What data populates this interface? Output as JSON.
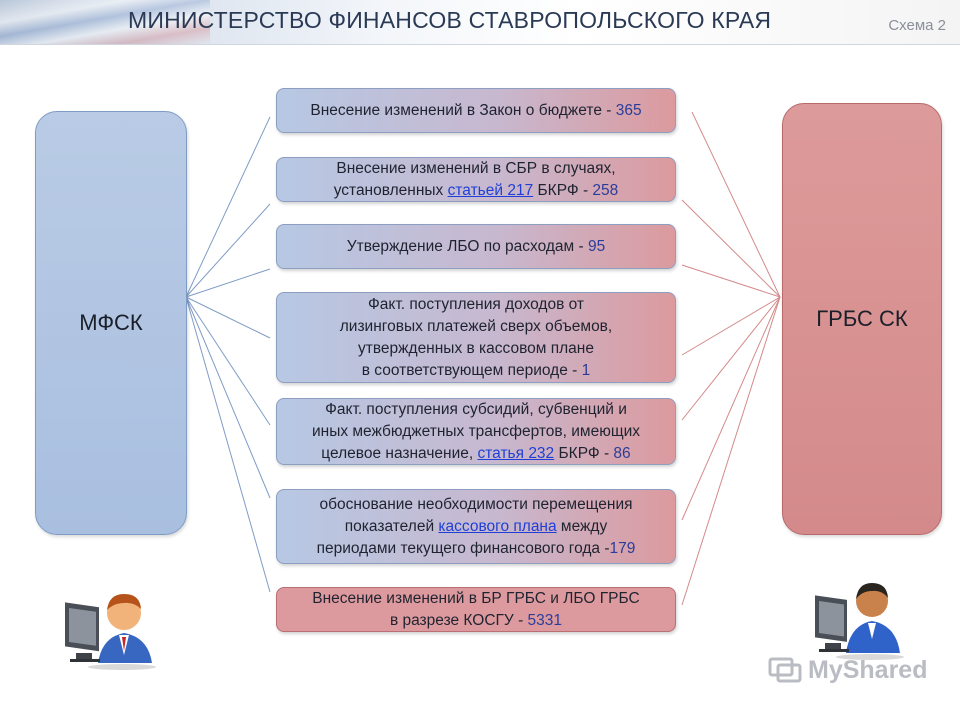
{
  "header": {
    "title": "МИНИСТЕРСТВО ФИНАНСОВ СТАВРОПОЛЬСКОГО КРАЯ",
    "scheme_label": "Схема 2"
  },
  "left_box": {
    "label": "МФСК"
  },
  "right_box": {
    "label": "ГРБС СК"
  },
  "items": [
    {
      "line1": "Внесение изменений в Закон о бюджете - ",
      "value": "365"
    },
    {
      "line1": "Внесение изменений в СБР в случаях,",
      "line2_pre": "установленных ",
      "link": "статьей 217",
      "line2_post": " БКРФ - ",
      "value": "258"
    },
    {
      "line1": "Утверждение ЛБО по расходам - ",
      "value": "95"
    },
    {
      "line1": "Факт. поступления доходов от",
      "line2": "лизинговых платежей сверх объемов,",
      "line3": "утвержденных в кассовом плане",
      "line4": "в соответствующем периоде - ",
      "value": "1"
    },
    {
      "line1": "Факт. поступления субсидий, субвенций и",
      "line2": "иных межбюджетных трансфертов, имеющих",
      "line3_pre": "целевое назначение, ",
      "link": "статья 232",
      "line3_post": " БКРФ  - ",
      "value": "86"
    },
    {
      "line1": "обоснование необходимости перемещения",
      "line2_pre": "показателей ",
      "link": "кассового плана",
      "line2_post": " между",
      "line3": "периодами текущего финансового года -",
      "value": "179"
    },
    {
      "line1": "Внесение изменений в БР ГРБС и ЛБО ГРБС",
      "line2": "в разрезе КОСГУ - ",
      "value": "5331"
    }
  ],
  "colors": {
    "left_box": "#a9bfe0",
    "right_box": "#d48a8a",
    "numbers": "#2b3d9a",
    "links": "#1f3fd6"
  },
  "icons": [
    "person-at-computer-icon",
    "person-at-computer-icon",
    "myshared-logo-icon"
  ],
  "watermark": {
    "text": "MyShared"
  }
}
